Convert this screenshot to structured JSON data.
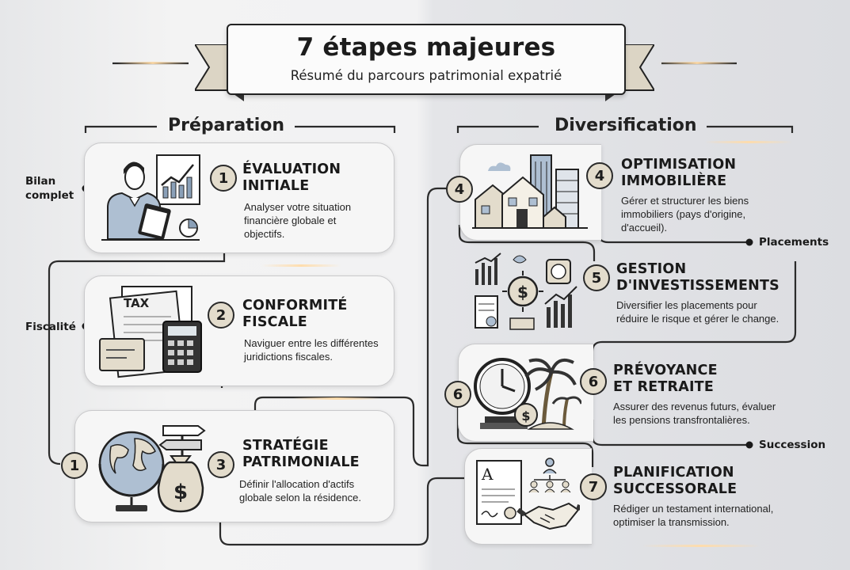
{
  "title": "7 étapes majeures",
  "subtitle": "Résumé du parcours patrimonial expatrié",
  "sections": {
    "left": "Préparation",
    "right": "Diversification"
  },
  "steps": [
    {
      "number": "1",
      "title": "ÉVALUATION\nINITIALE",
      "description": "Analyser votre situation\nfinancière globale et\nobjectifs."
    },
    {
      "number": "2",
      "title": "CONFORMITÉ\nFISCALE",
      "description": "Naviguer entre les différentes\njuridictions fiscales."
    },
    {
      "number": "3",
      "title": "STRATÉGIE\nPATRIMONIALE",
      "description": "Définir l'allocation d'actifs\nglobale selon la résidence."
    },
    {
      "number": "4",
      "title": "OPTIMISATION\nIMMOBILIÈRE",
      "description": "Gérer et structurer les biens\nimmobiliers (pays d'origine,\nd'accueil)."
    },
    {
      "number": "5",
      "title": "GESTION\nD'INVESTISSEMENTS",
      "description": "Diversifier les placements pour\nréduire le risque et gérer le change."
    },
    {
      "number": "6",
      "title": "PRÉVOYANCE\nET RETRAITE",
      "description": "Assurer des revenus futurs, évaluer\nles pensions transfrontalières."
    },
    {
      "number": "7",
      "title": "PLANIFICATION\nSUCCESSORALE",
      "description": "Rédiger un testament international,\noptimiser la transmission."
    }
  ],
  "path_markers": {
    "left": "1",
    "right_top": "4",
    "right_mid": "6"
  },
  "side_labels": {
    "bilan": "Bilan\ncomplet",
    "fiscalite": "Fiscalité",
    "placements": "Placements",
    "succession": "Succession"
  },
  "illustrations": {
    "tax_label": "TAX",
    "currency_symbol": "$",
    "document_letter": "A"
  },
  "icons": [
    "person-with-clipboard-icon",
    "tax-calculator-icon",
    "globe-money-bag-icon",
    "real-estate-icon",
    "investment-charts-icon",
    "clock-palm-icon",
    "testament-handshake-icon"
  ],
  "colors": {
    "badge_fill": "#e3dccc",
    "outline": "#2a2a2a",
    "card_bg": "#f6f6f6",
    "accent_light": "#ffdca8"
  }
}
